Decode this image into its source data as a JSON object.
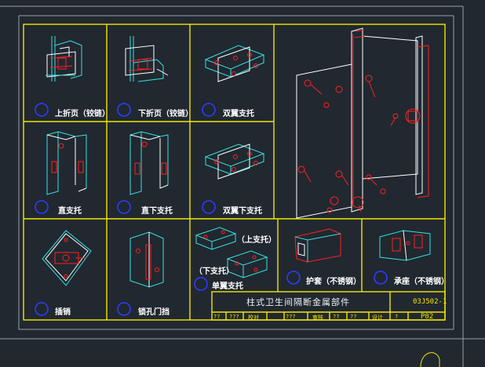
{
  "colors": {
    "background": "#212830",
    "frame": "#f2e600",
    "border": "#9aa0a6",
    "outline": "#ffffff",
    "part": "#36e0e0",
    "detail": "#ff2020",
    "marker": "#2d3cff"
  },
  "cells": [
    {
      "label": "上折页（铰链）"
    },
    {
      "label": "下折页（铰链）"
    },
    {
      "label": "双翼支托"
    },
    {
      "label": "直支托"
    },
    {
      "label": "直下支托"
    },
    {
      "label": "双翼下支托"
    },
    {
      "label": "插销"
    },
    {
      "label": "锁孔门挡"
    },
    {
      "label": "单翼支托"
    },
    {
      "label": "护套（不锈钢）"
    },
    {
      "label": "承座（不锈钢）"
    }
  ],
  "callouts": {
    "upper": "（上支托）",
    "lower": "（下支托）"
  },
  "title_block": {
    "title": "柱式卫生间隔断金属部件",
    "code": "03J502-1",
    "page": "P02",
    "row_cells": [
      "??",
      "???",
      "校对",
      "???",
      "审核",
      "??",
      "??",
      "设计",
      "?"
    ]
  }
}
